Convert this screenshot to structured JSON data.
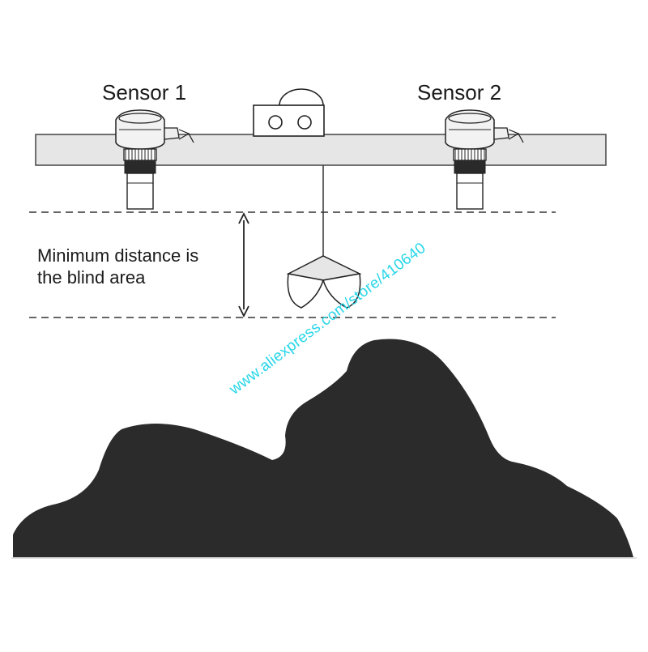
{
  "sensors": [
    {
      "label": "Sensor 1"
    },
    {
      "label": "Sensor 2"
    }
  ],
  "blind_area_note": {
    "line1": "Minimum distance is",
    "line2": "the blind area"
  },
  "watermark": "www.aliexpress.com/store/410640",
  "colors": {
    "beam": "#e6e6e6",
    "material": "#2b2b2b",
    "outline": "#222222",
    "watermark": "#27d6e8"
  }
}
